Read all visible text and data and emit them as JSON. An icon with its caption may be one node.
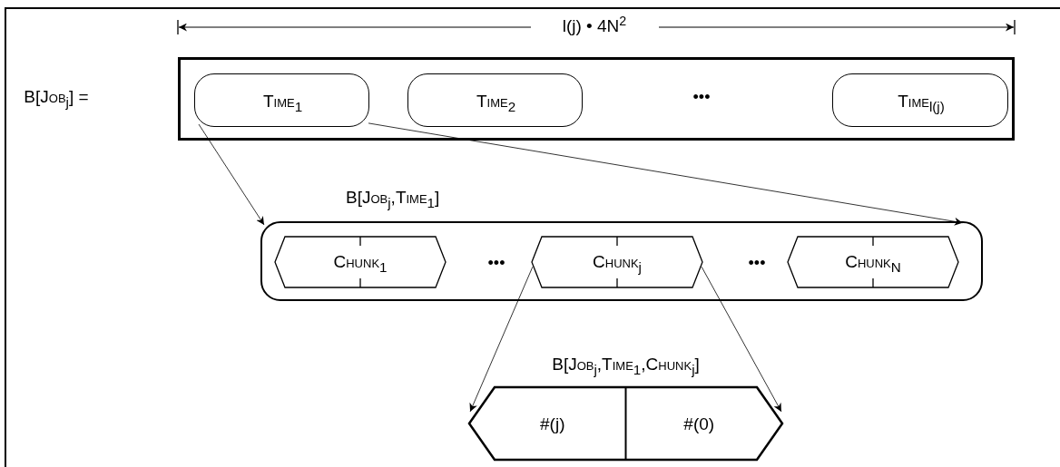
{
  "diagram": {
    "nodes": [
      {
        "text": [],
        "shape": "box"
      },
      {
        "text": [
          "Time$_{1}$"
        ],
        "in": 0
      },
      {
        "text": [
          "Time$_{2}$"
        ],
        "in": 0
      },
      {
        "text": [
          "Time$_{l(j)}$"
        ],
        "in": 0
      },
      {
        "text": [
          "B[Job$_{j}$,Time$_{1}$]"
        ]
      },
      {
        "text": [
          "Chunk$_{1}$"
        ],
        "in": 4
      },
      {
        "text": [
          "Chunk$_{j}$"
        ],
        "in": 4
      },
      {
        "text": [
          "Chunk$_{N}$"
        ],
        "in": 4
      },
      {
        "text": [
          "B[Job$_{j}$,Time$_{1}$,Chunk$_{j}$]",
          "#(j)",
          "#(0)"
        ]
      }
    ],
    "edges": [
      {
        "from": 1,
        "to": 4,
        "arrow": "to"
      },
      {
        "from": 1,
        "to": 4,
        "arrow": "to"
      },
      {
        "from": 6,
        "to": 8,
        "arrow": "to"
      },
      {
        "from": 6,
        "to": 8,
        "arrow": "to"
      }
    ],
    "labels": [
      "l(j) • 4N$^{2}$",
      "B[Job$_{j}$] =",
      "•••",
      "•••",
      "•••"
    ]
  }
}
